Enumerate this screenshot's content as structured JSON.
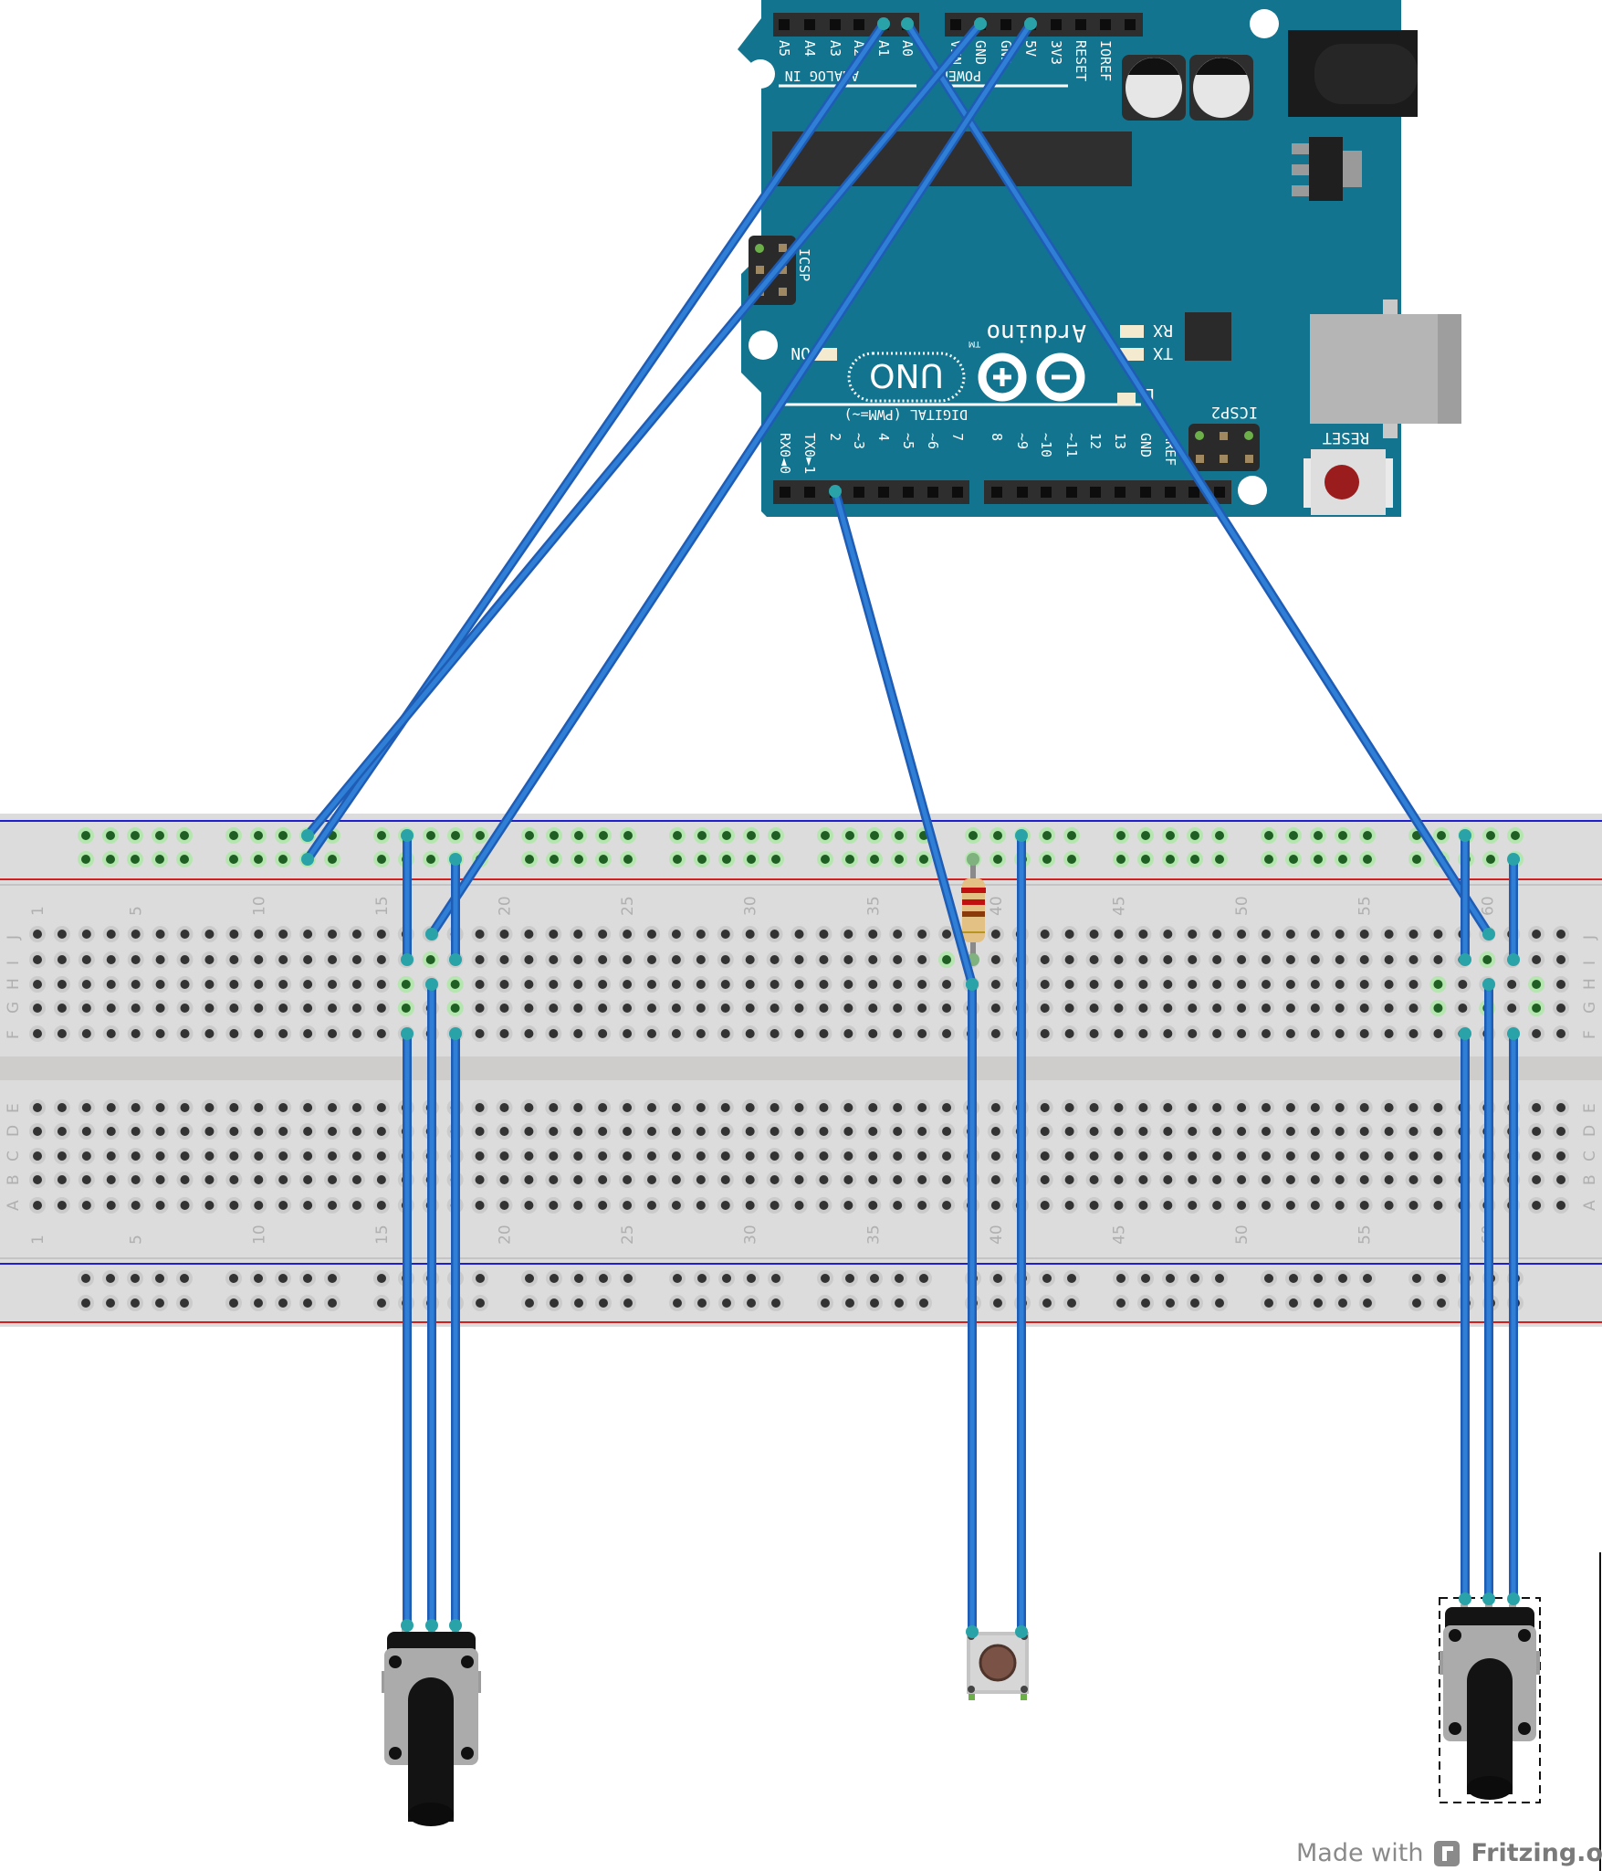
{
  "breadboard": {
    "column_numbers": [
      "1",
      "5",
      "10",
      "15",
      "20",
      "25",
      "30",
      "35",
      "40",
      "45",
      "50",
      "55",
      "60"
    ],
    "rows_top": [
      "J",
      "I",
      "H",
      "G",
      "F"
    ],
    "rows_bottom": [
      "E",
      "D",
      "C",
      "B",
      "A"
    ]
  },
  "arduino": {
    "logo_text": "Arduino",
    "tm": "TM",
    "model": "UNO",
    "analog_section": "ANALOG IN",
    "power_section": "POWER",
    "digital_section": "DIGITAL (PWM=~)",
    "analog_pins": [
      "A5",
      "A4",
      "A3",
      "A2",
      "A1",
      "A0"
    ],
    "power_pins": [
      "VIN",
      "GND",
      "GND",
      "5V",
      "3V3",
      "RESET",
      "IOREF"
    ],
    "digital_pins_low": [
      "RX0◄0",
      "TX0►1",
      "2",
      "~3",
      "4",
      "~5",
      "~6",
      "7"
    ],
    "digital_pins_high": [
      "8",
      "~9",
      "~10",
      "~11",
      "12",
      "13",
      "GND",
      "AREF"
    ],
    "led_rx": "RX",
    "led_tx": "TX",
    "led_l": "L",
    "led_on": "ON",
    "icsp": "ICSP",
    "icsp2": "ICSP2",
    "reset": "RESET",
    "board_color": "#12748f"
  },
  "wire_color": "#2f7fd6",
  "footer": {
    "made_with": "Made with",
    "brand": "Fritzing.org"
  }
}
